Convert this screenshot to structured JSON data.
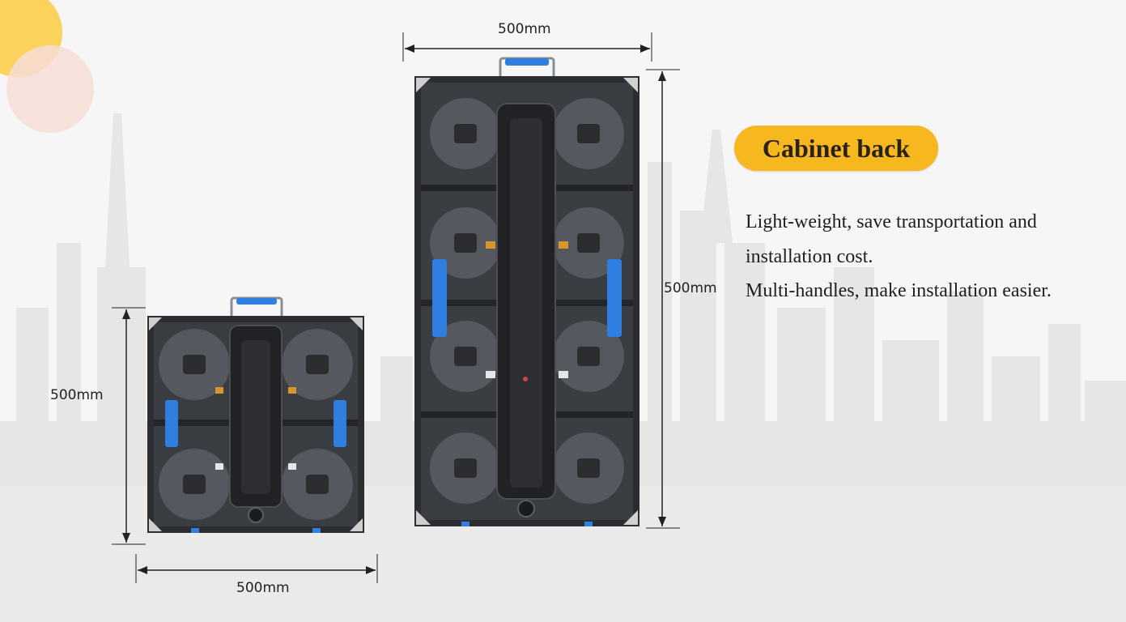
{
  "heading": {
    "title": "Cabinet back"
  },
  "description": {
    "line1": "Light-weight, save transportation and",
    "line2": "installation cost.",
    "line3": "Multi-handles, make installation easier."
  },
  "cabinet_small": {
    "height_label": "500mm",
    "width_label": "500mm"
  },
  "cabinet_large": {
    "width_label": "500mm",
    "height_label": "500mm"
  },
  "colors": {
    "accent": "#f6b81e",
    "handle_blue": "#2f7fe0",
    "frame_dark": "#2b2d31",
    "circle_yellow": "#fbd25c",
    "circle_pink": "#f7ddd6"
  }
}
